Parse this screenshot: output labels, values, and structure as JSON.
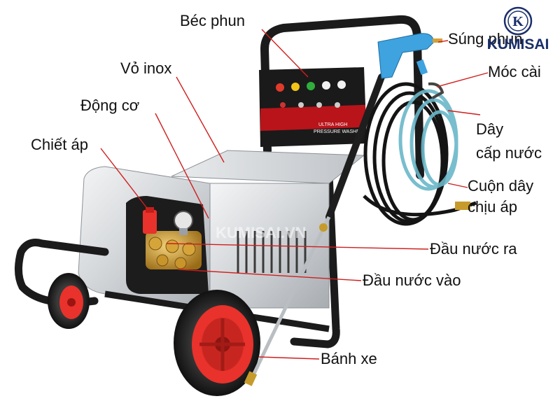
{
  "labels": {
    "bec_phun": "Béc phun",
    "vo_inox": "Vỏ inox",
    "dong_co": "Động cơ",
    "chiet_ap": "Chiết áp",
    "sung_phun": "Súng phun",
    "moc_cai": "Móc cài",
    "day_cap_nuoc_1": "Dây",
    "day_cap_nuoc_2": "cấp nước",
    "cuon_day_1": "Cuộn dây",
    "cuon_day_2": "chịu áp",
    "dau_nuoc_ra": "Đầu nước ra",
    "dau_nuoc_vao": "Đầu nước vào",
    "banh_xe": "Bánh xe"
  },
  "brand": {
    "name": "KUMISAI",
    "initial": "K",
    "watermark": "KUMISAI.VN"
  },
  "machine_panel": {
    "line1": "ULTRA HIGH",
    "line2": "PRESSURE WASHER"
  },
  "colors": {
    "leader_line": "#d01e1e",
    "brand_blue": "#1a2f6b",
    "wheel_red": "#e8322b",
    "steel": "#c9ccd0"
  }
}
